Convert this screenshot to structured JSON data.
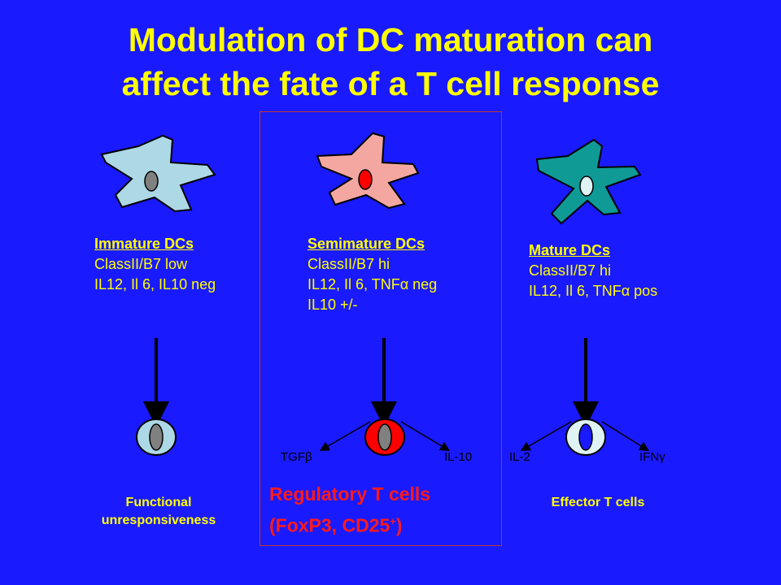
{
  "title": {
    "line1": "Modulation of DC maturation can",
    "line2": "affect the fate of a T cell response"
  },
  "colors": {
    "background": "#1a1aff",
    "title": "#ffff00",
    "immature_dc": "#add8e6",
    "semimature_dc": "#f4a7a0",
    "mature_dc": "#0f9a96",
    "regulatory_label": "#ff1a1a"
  },
  "immature": {
    "heading": "Immature DCs",
    "line1": "ClassII/B7 low",
    "line2": "IL12, Il 6, IL10 neg",
    "outcome_line1": "Functional",
    "outcome_line2": "unresponsiveness"
  },
  "semimature": {
    "heading": "Semimature DCs",
    "line1": "ClassII/B7 hi",
    "line2": "IL12, Il 6, TNFα neg",
    "line3": "IL10 +/-",
    "cytokine_left": "TGFβ",
    "cytokine_right": "IL-10",
    "outcome_line1": "Regulatory T cells",
    "outcome_line2_pre": "(FoxP3, CD25",
    "outcome_sup": "+",
    "outcome_line2_post": ")"
  },
  "mature": {
    "heading": "Mature DCs",
    "line1": "ClassII/B7 hi",
    "line2": "IL12, Il 6, TNFα pos",
    "cytokine_left": "IL-2",
    "cytokine_right": "IFNγ",
    "outcome": "Effector T cells"
  }
}
